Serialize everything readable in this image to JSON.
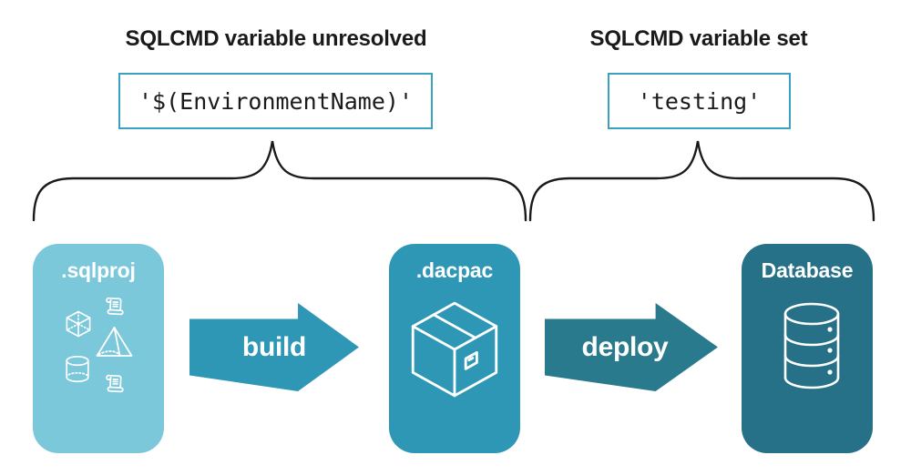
{
  "annotations": {
    "left": {
      "heading": "SQLCMD variable unresolved",
      "code": "'$(EnvironmentName)'"
    },
    "right": {
      "heading": "SQLCMD variable set",
      "code": "'testing'"
    }
  },
  "nodes": [
    {
      "label": ".sqlproj",
      "color": "#7bc8db",
      "icons": [
        "cube-icon",
        "scroll-icon",
        "pyramid-icon",
        "cylinder-icon",
        "scroll-icon"
      ]
    },
    {
      "label": ".dacpac",
      "color": "#2e97b5",
      "icons": [
        "package-icon"
      ]
    },
    {
      "label": "Database",
      "color": "#267088",
      "icons": [
        "database-icon"
      ]
    }
  ],
  "arrows": [
    {
      "label": "build",
      "color": "#2e97b5"
    },
    {
      "label": "deploy",
      "color": "#2a7a8e"
    }
  ],
  "colors": {
    "background": "#ffffff",
    "text": "#1a1a1a",
    "brace": "#1a1a1a",
    "code_box_border": "#3ba1c0",
    "icon_stroke": "#ffffff"
  }
}
